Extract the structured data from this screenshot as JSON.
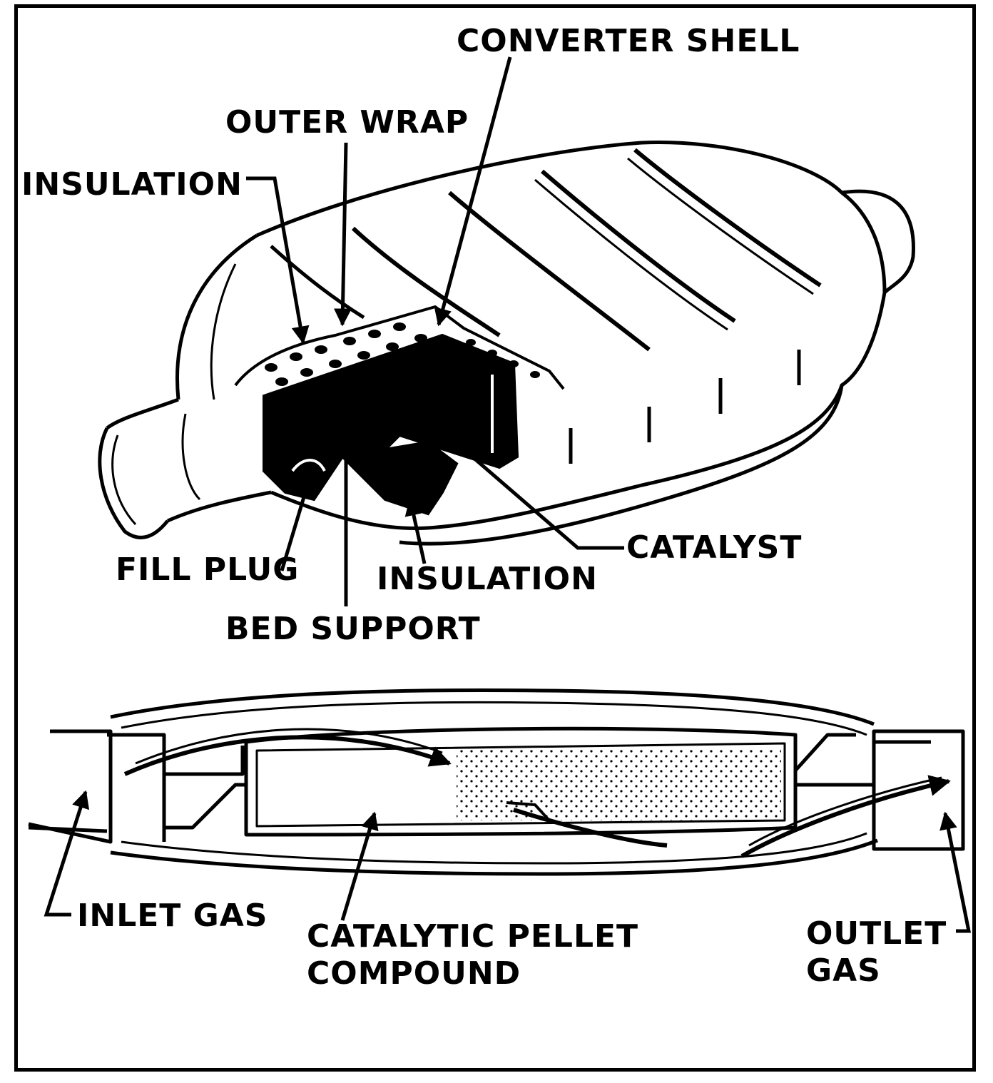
{
  "top_figure": {
    "labels": {
      "converter_shell": "CONVERTER SHELL",
      "outer_wrap": "OUTER WRAP",
      "insulation_top": "INSULATION",
      "catalyst": "CATALYST",
      "fill_plug": "FILL PLUG",
      "insulation_bottom": "INSULATION",
      "bed_support": "BED SUPPORT"
    }
  },
  "bottom_figure": {
    "labels": {
      "inlet_gas": "INLET GAS",
      "catalytic_pellet_line1": "CATALYTIC PELLET",
      "catalytic_pellet_line2": "COMPOUND",
      "outlet_gas_line1": "OUTLET",
      "outlet_gas_line2": "GAS"
    }
  }
}
